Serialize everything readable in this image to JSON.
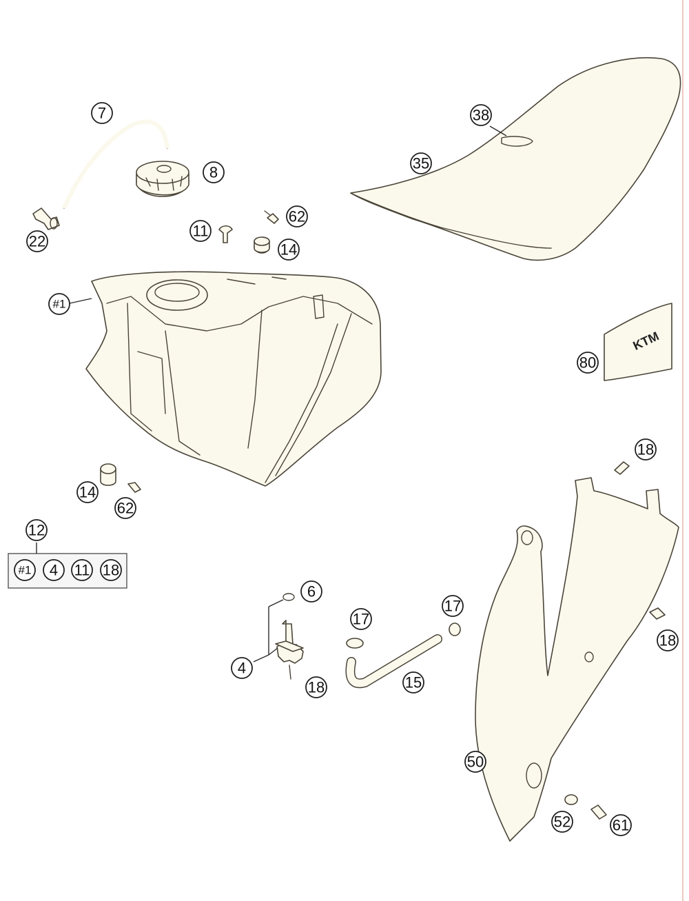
{
  "callouts": {
    "c7": "7",
    "c8": "8",
    "c22": "22",
    "c11": "11",
    "c62_top": "62",
    "c14_top": "14",
    "c38": "38",
    "c35": "35",
    "c1_tank": "#1",
    "c80": "80",
    "c18_top": "18",
    "c14_bottom": "14",
    "c62_bottom": "62",
    "c12": "12",
    "c6": "6",
    "c17_left": "17",
    "c17_right": "17",
    "c4": "4",
    "c18_tap": "18",
    "c15": "15",
    "c18_side": "18",
    "c50": "50",
    "c52": "52",
    "c61": "61"
  },
  "kit": {
    "items": [
      "#1",
      "4",
      "11",
      "18"
    ]
  },
  "logo_text": "KTM",
  "colors": {
    "part_fill": "#fbf8ec",
    "outline": "#4a4438",
    "callout_border": "#1f1f1f"
  }
}
